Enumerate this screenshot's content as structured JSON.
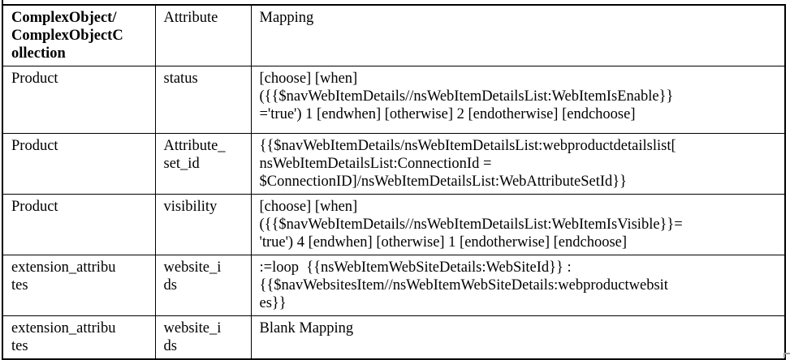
{
  "document": {
    "table": {
      "headers": {
        "object": "ComplexObject/\nComplexObjectC\nollection",
        "attribute": "Attribute",
        "mapping": "Mapping"
      },
      "rows": [
        {
          "object": "Product",
          "attribute": "status",
          "mapping": "[choose] [when]\n({{$navWebItemDetails//nsWebItemDetailsList:WebItemIsEnable}}\n='true') 1 [endwhen] [otherwise] 2 [endotherwise] [endchoose]"
        },
        {
          "object": "Product",
          "attribute": "Attribute_\nset_id",
          "mapping": "{{$navWebItemDetails/nsWebItemDetailsList:webproductdetailslist[\nnsWebItemDetailsList:ConnectionId =\n$ConnectionID]/nsWebItemDetailsList:WebAttributeSetId}}"
        },
        {
          "object": "Product",
          "attribute": "visibility",
          "mapping": "[choose] [when]\n({{$navWebItemDetails//nsWebItemDetailsList:WebItemIsVisible}}=\n'true') 4 [endwhen] [otherwise] 1 [endotherwise] [endchoose]"
        },
        {
          "object": "extension_attribu\ntes",
          "attribute": "website_i\nds",
          "mapping": ":=loop  {{nsWebItemWebSiteDetails:WebSiteId}} :\n{{$navWebsitesItem//nsWebItemWebSiteDetails:webproductwebsit\nes}}"
        },
        {
          "object": "extension_attribu\ntes",
          "attribute": "website_i\nds",
          "mapping": "Blank Mapping"
        }
      ]
    },
    "colors": {
      "border": "#000000",
      "text": "#000000",
      "background": "#ffffff",
      "handle": "#9e9e9e"
    }
  }
}
